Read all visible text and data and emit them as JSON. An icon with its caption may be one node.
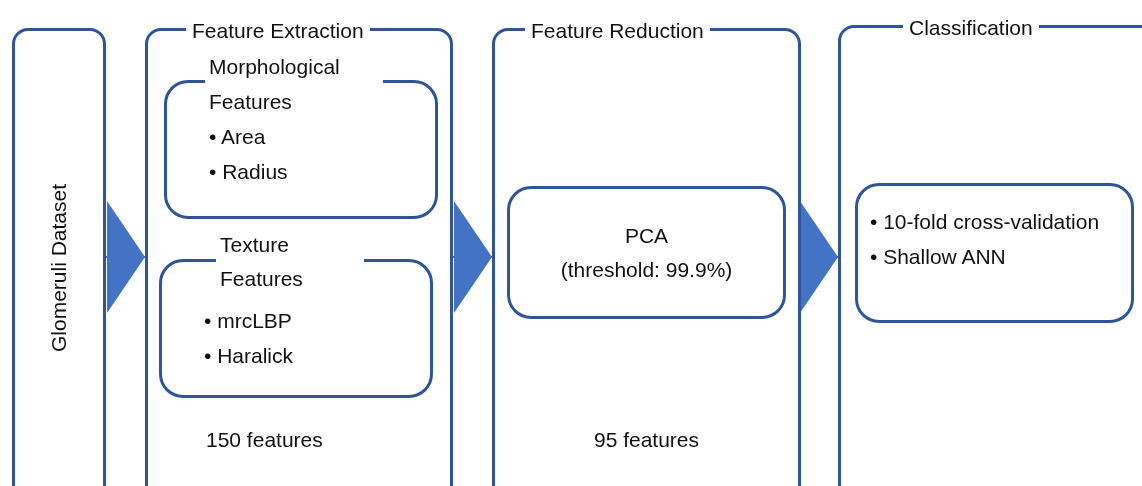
{
  "diagram": {
    "nodes": [
      {
        "text": [
          "Glomeruli Dataset"
        ]
      },
      {
        "text": [
          "Feature Extraction",
          "150 features"
        ]
      },
      {
        "text": [
          "Morphological Features",
          "• Area",
          "• Radius"
        ],
        "in": 1
      },
      {
        "text": [
          "Texture Features",
          "• mrcLBP",
          "• Haralick"
        ],
        "in": 1
      },
      {
        "text": [
          "Feature Reduction",
          "95 features"
        ]
      },
      {
        "text": [
          "PCA",
          "(threshold: 99.9%)"
        ],
        "in": 4
      },
      {
        "text": [
          "Classification"
        ]
      },
      {
        "text": [
          "• 10-fold cross-validation",
          "• Shallow ANN"
        ],
        "in": 6
      }
    ],
    "edges": [
      {
        "from": 0,
        "to": 1,
        "arrow": "to"
      },
      {
        "from": 1,
        "to": 4,
        "arrow": "to"
      },
      {
        "from": 4,
        "to": 6,
        "arrow": "to"
      }
    ]
  }
}
